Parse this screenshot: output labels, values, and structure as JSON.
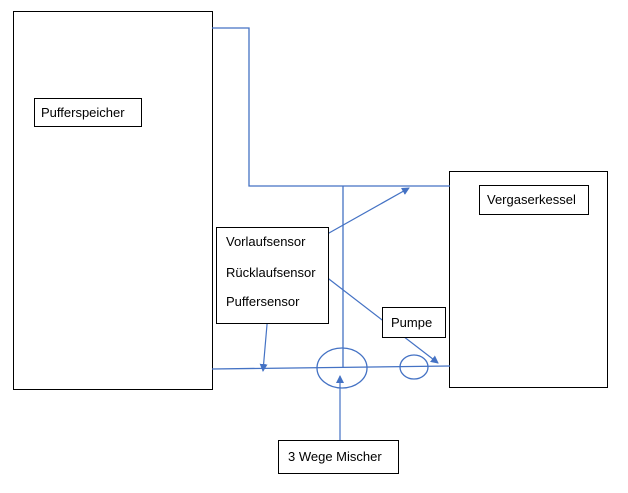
{
  "labels": {
    "pufferspeicher": "Pufferspeicher",
    "vergaserkessel": "Vergaserkessel",
    "vorlaufsensor": "Vorlaufsensor",
    "ruecklaufsensor": "Rücklaufsensor",
    "puffersensor": "Puffersensor",
    "pumpe": "Pumpe",
    "mischer": "3 Wege Mischer"
  },
  "colors": {
    "pipe": "#4472C4",
    "border": "#000000",
    "background": "#FFFFFF"
  }
}
